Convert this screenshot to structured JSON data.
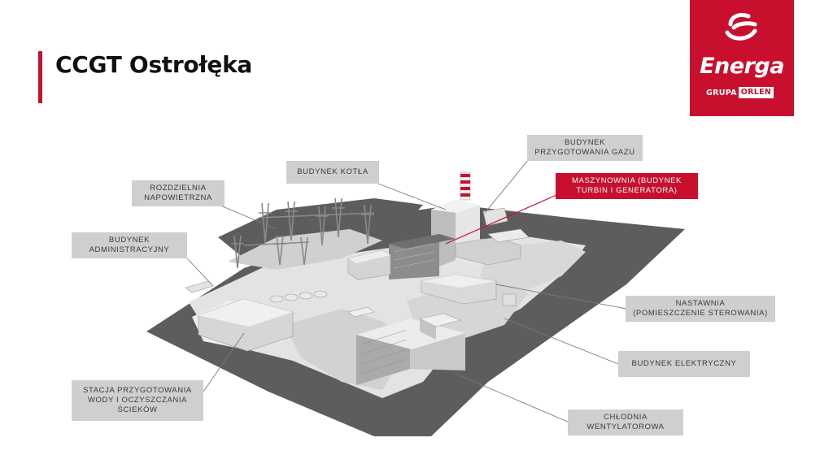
{
  "header": {
    "title": "CCGT Ostrołęka"
  },
  "logo": {
    "brand": "Energa",
    "group_prefix": "GRUPA",
    "group_name": "ORLEN",
    "color": "#c8102e"
  },
  "labels": {
    "budynek_przygotowania_gazu": "BUDYNEK\nPRZYGOTOWANIA GAZU",
    "budynek_kotla": "BUDYNEK KOTŁA",
    "maszynownia": "MASZYNOWNIA (BUDYNEK\nTURBIN I GENERATORA)",
    "rozdzielnia": "ROZDZIELNIA\nNAPOWIETRZNA",
    "budynek_administracyjny": "BUDYNEK\nADMINISTRACYJNY",
    "nastawnia": "NASTAWNIA\n(POMIESZCZENIE STEROWANIA)",
    "budynek_elektryczny": "BUDYNEK ELEKTRYCZNY",
    "stacja": "STACJA PRZYGOTOWANIA\nWODY I OCZYSZCZANIA\nŚCIEKÓW",
    "chlodnia": "CHŁODNIA\nWENTYLATOROWA"
  },
  "colors": {
    "highlight": "#c8102e",
    "label_bg": "#cfcfcf",
    "ground_dark": "#5a5a5a"
  }
}
